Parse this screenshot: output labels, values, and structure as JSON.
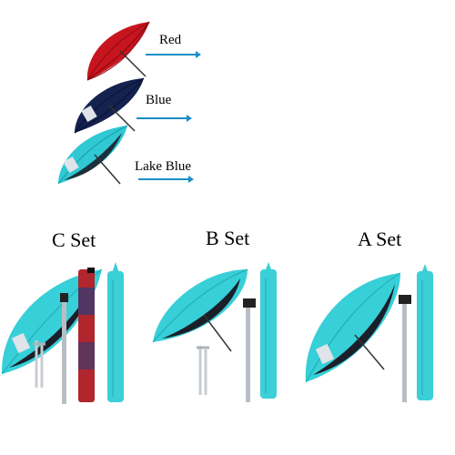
{
  "colors_section": {
    "items": [
      {
        "label": "Red",
        "color": "#c8141e"
      },
      {
        "label": "Blue",
        "color": "#15224f"
      },
      {
        "label": "Lake Blue",
        "color": "#2fc8d3"
      }
    ],
    "arrow_color": "#1a8fc4"
  },
  "sets": [
    {
      "title": "C Set"
    },
    {
      "title": "B Set"
    },
    {
      "title": "A Set"
    }
  ],
  "palette": {
    "canopy_teal": "#37cfd8",
    "canopy_dark": "#1b1f2a",
    "bag_teal": "#3bcfd8",
    "pole_silver": "#b9bec4",
    "stake_silver": "#c9cdd1",
    "print_red": "#b0262c"
  }
}
